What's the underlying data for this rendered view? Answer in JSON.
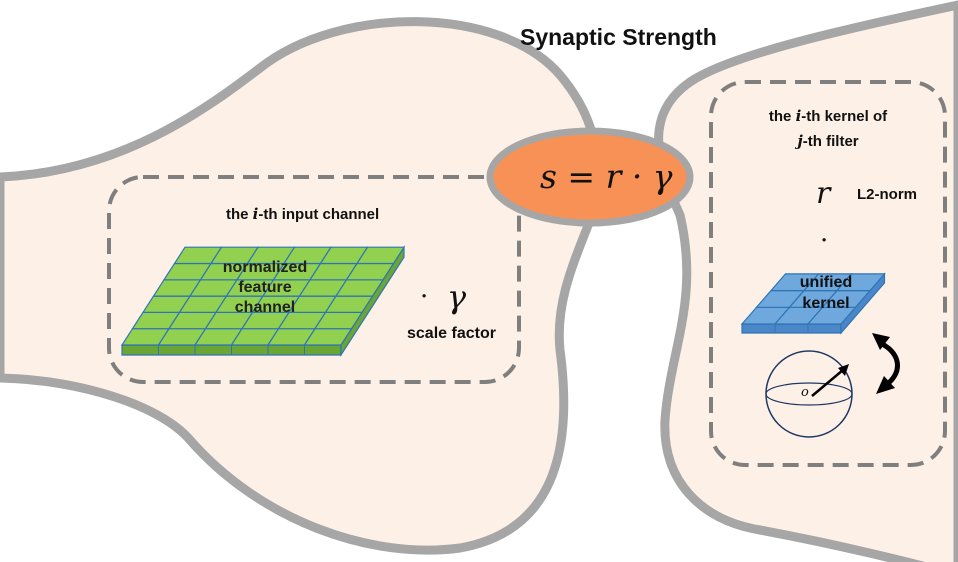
{
  "diagram": {
    "title": "Synaptic Strength",
    "formula": "s = r · γ",
    "left": {
      "heading_pre": "the ",
      "heading_var": "i",
      "heading_post": "-th input channel",
      "grid_label": [
        "normalized",
        "feature",
        "channel"
      ],
      "operator": "·",
      "factor_symbol": "γ",
      "factor_label": "scale factor"
    },
    "right": {
      "heading_line1_pre": "the ",
      "heading_line1_var": "i",
      "heading_line1_post": "-th kernel of",
      "heading_line2_var": "j",
      "heading_line2_post": "-th filter",
      "norm_symbol": "r",
      "norm_label": "L2-norm",
      "dot": "·",
      "kernel_label": [
        "unified",
        "kernel"
      ],
      "sphere_origin": "o"
    },
    "colors": {
      "cell_body": "#fdf0e6",
      "membrane": "#a6a6a6",
      "dashed": "#7f7f7f",
      "ellipse_fill": "#f79155",
      "ellipse_stroke": "#a6a6a6",
      "grid_top": "#92d050",
      "grid_side": "#6aa535",
      "grid_edge": "#2e75b6",
      "kernel_top": "#6fa8dc",
      "kernel_side": "#4a86c8",
      "sphere": "#1f3864"
    }
  }
}
